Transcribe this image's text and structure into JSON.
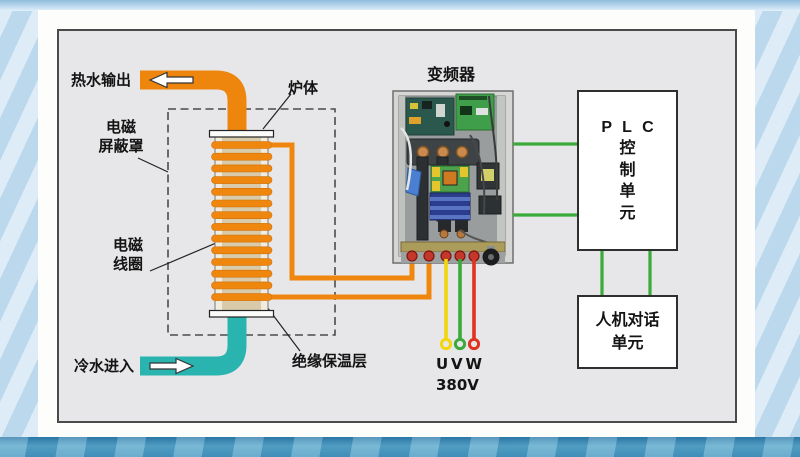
{
  "diagram": {
    "labels": {
      "hot_water": "热水输出",
      "furnace": "炉体",
      "shield": [
        "电磁",
        "屏蔽罩"
      ],
      "coil": [
        "电磁",
        "线圈"
      ],
      "cold_water": "冷水进入",
      "insulation": "绝缘保温层",
      "inverter": "变频器",
      "plc": [
        "P L C",
        "控",
        "制",
        "单",
        "元"
      ],
      "hmi": [
        "人机对话",
        "单元"
      ],
      "phases": [
        "U",
        "V",
        "W"
      ],
      "voltage": "380V"
    },
    "colors": {
      "hot_pipe": "#ee860e",
      "cold_pipe": "#2ab4af",
      "coil_turns": "#ef870e",
      "signal_wire": "#3aaa3a",
      "phase_u_wire": "#f2d50a",
      "phase_v_wire": "#3aaa3a",
      "phase_w_wire": "#e0331f"
    }
  }
}
